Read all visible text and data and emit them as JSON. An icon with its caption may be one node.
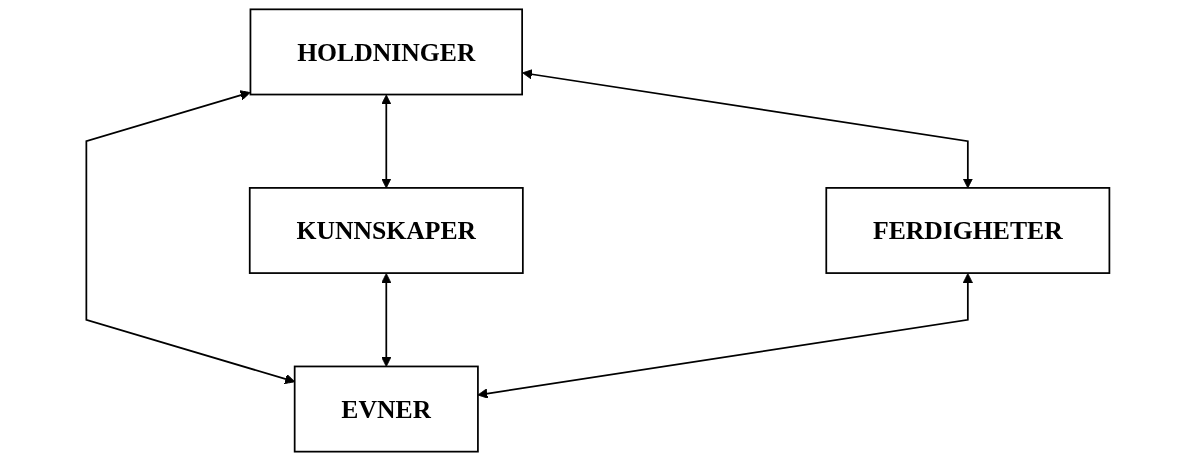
{
  "diagram": {
    "nodes": [
      {
        "text": [
          "HOLDNINGER"
        ]
      },
      {
        "text": [
          "KUNNSKAPER"
        ]
      },
      {
        "text": [
          "FERDIGHETER"
        ]
      },
      {
        "text": [
          "EVNER"
        ]
      }
    ],
    "edges": [
      {
        "from": 0,
        "to": 1,
        "arrow": "both"
      },
      {
        "from": 0,
        "to": 2,
        "arrow": "both"
      },
      {
        "from": 0,
        "to": 3,
        "arrow": "both"
      },
      {
        "from": 1,
        "to": 3,
        "arrow": "both"
      },
      {
        "from": 2,
        "to": 3,
        "arrow": "both"
      }
    ]
  }
}
